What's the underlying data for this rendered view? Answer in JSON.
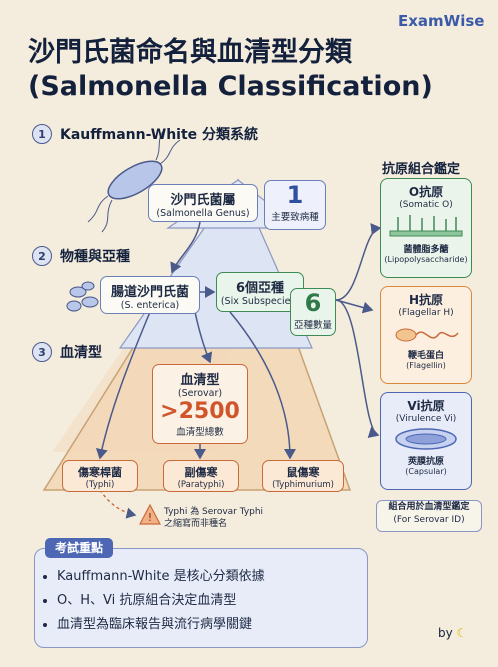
{
  "brand": "ExamWise",
  "title": {
    "line1": "沙門氏菌命名與血清型分類",
    "line2": "(Salmonella Classification)"
  },
  "sections": [
    {
      "num": "1",
      "label": "Kauffmann-White 分類系統"
    },
    {
      "num": "2",
      "label": "物種與亞種"
    },
    {
      "num": "3",
      "label": "血清型"
    }
  ],
  "genus": {
    "cn": "沙門氏菌屬",
    "en": "(Salmonella Genus)"
  },
  "genus_callout": {
    "number": "1",
    "label": "主要致病種"
  },
  "species": {
    "cn": "腸道沙門氏菌",
    "en": "(S. enterica)"
  },
  "subspecies": {
    "cn": "6個亞種",
    "en": "(Six Subspecies)"
  },
  "subspecies_callout": {
    "number": "6",
    "label": "亞種數量"
  },
  "serovar": {
    "cn": "血清型",
    "en": "(Serovar)",
    "count": ">2500",
    "count_label": "血清型總數"
  },
  "leaves": [
    {
      "cn": "傷寒桿菌",
      "en": "(Typhi)"
    },
    {
      "cn": "副傷寒",
      "en": "(Paratyphi)"
    },
    {
      "cn": "鼠傷寒",
      "en": "(Typhimurium)"
    }
  ],
  "warning": {
    "line1": "Typhi 為 Serovar Typhi",
    "line2": "之縮寫而非種名"
  },
  "antigen_title": "抗原組合鑑定",
  "antigens": [
    {
      "name": "O抗原",
      "sub": "(Somatic O)",
      "detail": "菌體脂多醣",
      "detail_en": "(Lipopolysaccharide)",
      "color": "#3e8a57"
    },
    {
      "name": "H抗原",
      "sub": "(Flagellar H)",
      "detail": "鞭毛蛋白",
      "detail_en": "(Flagellin)",
      "color": "#d9893a"
    },
    {
      "name": "Vi抗原",
      "sub": "(Virulence Vi)",
      "detail": "莢膜抗原",
      "detail_en": "(Capsular)",
      "color": "#4d67b4"
    }
  ],
  "antigen_note": {
    "line1": "組合用於血清型鑑定",
    "line2": "(For Serovar ID)"
  },
  "exam": {
    "badge": "考試重點",
    "points": [
      "Kauffmann-White 是核心分類依據",
      "O、H、Vi 抗原組合決定血清型",
      "血清型為臨床報告與流行病學關鍵"
    ]
  },
  "signature": "by"
}
